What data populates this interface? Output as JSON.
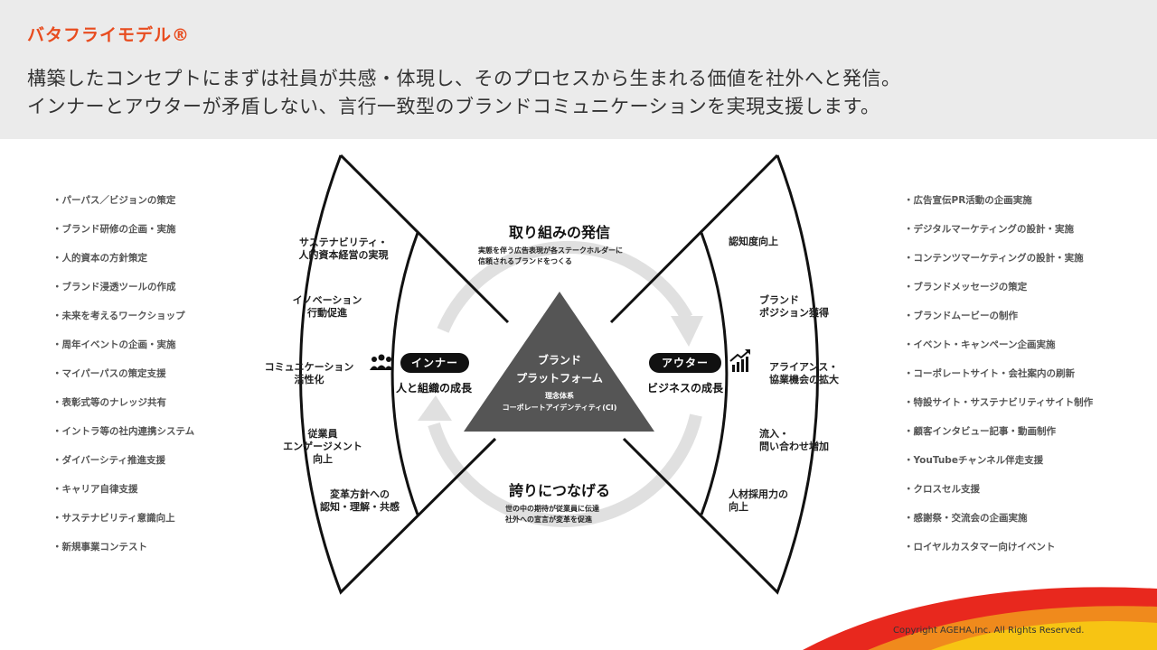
{
  "header": {
    "title": "バタフライモデル®",
    "lead_line1": "構築したコンセプトにまずは社員が共感・体現し、そのプロセスから生まれる価値を社外へと発信。",
    "lead_line2": "インナーとアウターが矛盾しない、言行一致型のブランドコミュニケーションを実現支援します。"
  },
  "left_list": [
    "パーパス／ビジョンの策定",
    "ブランド研修の企画・実施",
    "人的資本の方針策定",
    "ブランド浸透ツールの作成",
    "未来を考えるワークショップ",
    "周年イベントの企画・実施",
    "マイパーパスの策定支援",
    "表彰式等のナレッジ共有",
    "イントラ等の社内連携システム",
    "ダイバーシティ推進支援",
    "キャリア自律支援",
    "サステナビリティ意識向上",
    "新規事業コンテスト"
  ],
  "right_list": [
    "広告宣伝PR活動の企画実施",
    "デジタルマーケティングの設計・実施",
    "コンテンツマーケティングの設計・実施",
    "ブランドメッセージの策定",
    "ブランドムービーの制作",
    "イベント・キャンペーン企画実施",
    "コーポレートサイト・会社案内の刷新",
    "特設サイト・サステナビリティサイト制作",
    "顧客インタビュー記事・動画制作",
    "YouTubeチャンネル伴走支援",
    "クロスセル支援",
    "感謝祭・交流会の企画実施",
    "ロイヤルカスタマー向けイベント"
  ],
  "inner": {
    "pill": "インナー",
    "subtitle": "人と組織の成長",
    "items": [
      [
        "サステナビリティ・",
        "人的資本経営の実現"
      ],
      [
        "イノベーション",
        "行動促進"
      ],
      [
        "コミュニケーション",
        "活性化"
      ],
      [
        "従業員",
        "エンゲージメント",
        "向上"
      ],
      [
        "変革方針への",
        "認知・理解・共感"
      ]
    ]
  },
  "outer": {
    "pill": "アウター",
    "subtitle": "ビジネスの成長",
    "items": [
      [
        "認知度向上"
      ],
      [
        "ブランド",
        "ポジション獲得"
      ],
      [
        "アライアンス・",
        "協業機会の拡大"
      ],
      [
        "流入・",
        "問い合わせ増加"
      ],
      [
        "人材採用力の",
        "向上"
      ]
    ]
  },
  "top_flow": {
    "title": "取り組みの発信",
    "note1": "実態を伴う広告表現が各ステークホルダーに",
    "note2": "信頼されるブランドをつくる"
  },
  "bottom_flow": {
    "title": "誇りにつなげる",
    "note1": "世の中の期待が従業員に伝達",
    "note2": "社外への宣言が変革を促進"
  },
  "triangle": {
    "line1": "ブランド",
    "line2": "プラットフォーム",
    "sub1": "理念体系",
    "sub2": "コーポレートアイデンティティ(CI)"
  },
  "icons": {
    "people": "people-icon",
    "growth": "growth-chart-icon"
  },
  "colors": {
    "accent": "#e84c1f",
    "triangle": "#555555",
    "arrow": "#d9d9d9",
    "deco_red": "#e8281e",
    "deco_yellow": "#f7c413",
    "deco_orange": "#f08a1c"
  },
  "footer": {
    "copyright": "Copyright AGEHA,Inc. All Rights Reserved."
  }
}
